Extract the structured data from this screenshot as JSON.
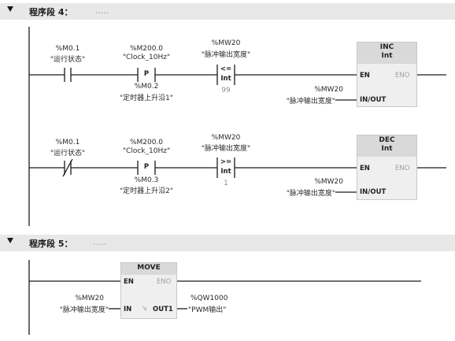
{
  "segments": {
    "s4": {
      "label": "程序段 4：",
      "comment_dots": "....."
    },
    "s5": {
      "label": "程序段 5：",
      "comment_dots": "....."
    }
  },
  "rung1": {
    "contact1": {
      "address": "%M0.1",
      "name": "\"运行状态\""
    },
    "pcontact": {
      "address": "%M200.0",
      "name": "\"Clock_10Hz\"",
      "symbol": "P",
      "edge_address": "%M0.2",
      "edge_name": "\"定时器上升沿1\""
    },
    "compare": {
      "address": "%MW20",
      "name": "\"脉冲输出宽度\"",
      "op": "<=",
      "type": "Int",
      "value": "99"
    },
    "box": {
      "title": "INC",
      "type": "Int",
      "en": "EN",
      "eno": "ENO",
      "inout": "IN/OUT",
      "operand_address": "%MW20",
      "operand_name": "\"脉冲输出宽度\""
    }
  },
  "rung2": {
    "contact1": {
      "address": "%M0.1",
      "name": "\"运行状态\""
    },
    "pcontact": {
      "address": "%M200.0",
      "name": "\"Clock_10Hz\"",
      "symbol": "P",
      "edge_address": "%M0.3",
      "edge_name": "\"定时器上升沿2\""
    },
    "compare": {
      "address": "%MW20",
      "name": "\"脉冲输出宽度\"",
      "op": ">=",
      "type": "Int",
      "value": "1"
    },
    "box": {
      "title": "DEC",
      "type": "Int",
      "en": "EN",
      "eno": "ENO",
      "inout": "IN/OUT",
      "operand_address": "%MW20",
      "operand_name": "\"脉冲输出宽度\""
    }
  },
  "rung3": {
    "box": {
      "title": "MOVE",
      "en": "EN",
      "eno": "ENO",
      "in": "IN",
      "out": "OUT1",
      "out_marker": "⇘"
    },
    "in_address": "%MW20",
    "in_name": "\"脉冲输出宽度\"",
    "out_address": "%QW1000",
    "out_name": "\"PWM输出\""
  }
}
